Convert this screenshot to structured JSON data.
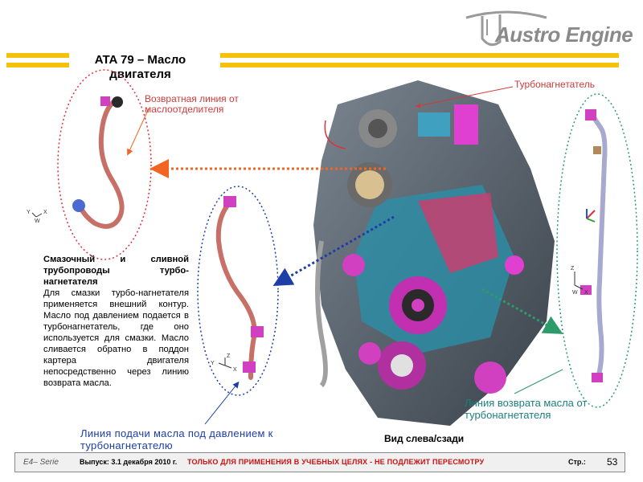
{
  "header": {
    "logo_text": "Austro Engine",
    "title": "ATA 79 – Масло двигателя"
  },
  "callouts": {
    "return_line": "Возвратная линия от маслоотделителя",
    "turbocharger": "Турбонагнетатель",
    "oil_return": "Линия возврата масла от турбонагнетателя",
    "oil_supply": "Линия подачи масла под давлением к турбонагнетателю"
  },
  "description": {
    "heading": "Смазочный и сливной трубопроводы турбо-нагнетателя",
    "body": "Для смазки турбо-нагнетателя применяется внешний контур. Масло под давлением подается в турбонагнетатель, где оно используется для смазки. Масло сливается обратно в поддон картера двигателя непосредственно через линию возврата масла."
  },
  "view_label": "Вид слева/сзади",
  "axes": {
    "x": "X",
    "y": "Y",
    "z": "Z",
    "w": "W"
  },
  "footer": {
    "series": "E4– Serie",
    "issue": "Выпуск: 3.1 декабря 2010 г.",
    "notice": "ТОЛЬКО ДЛЯ ПРИМЕНЕНИЯ В УЧЕБНЫХ ЦЕЛЯХ - НЕ ПОДЛЕЖИТ ПЕРЕСМОТРУ",
    "page_label": "Стр.:",
    "page_number": "53"
  },
  "colors": {
    "accent_bar": "#f5c20b",
    "red_callout": "#d23a3a",
    "teal_callout": "#1b7f7f",
    "blue_callout": "#1d3ea6",
    "notice": "#cc1111"
  }
}
